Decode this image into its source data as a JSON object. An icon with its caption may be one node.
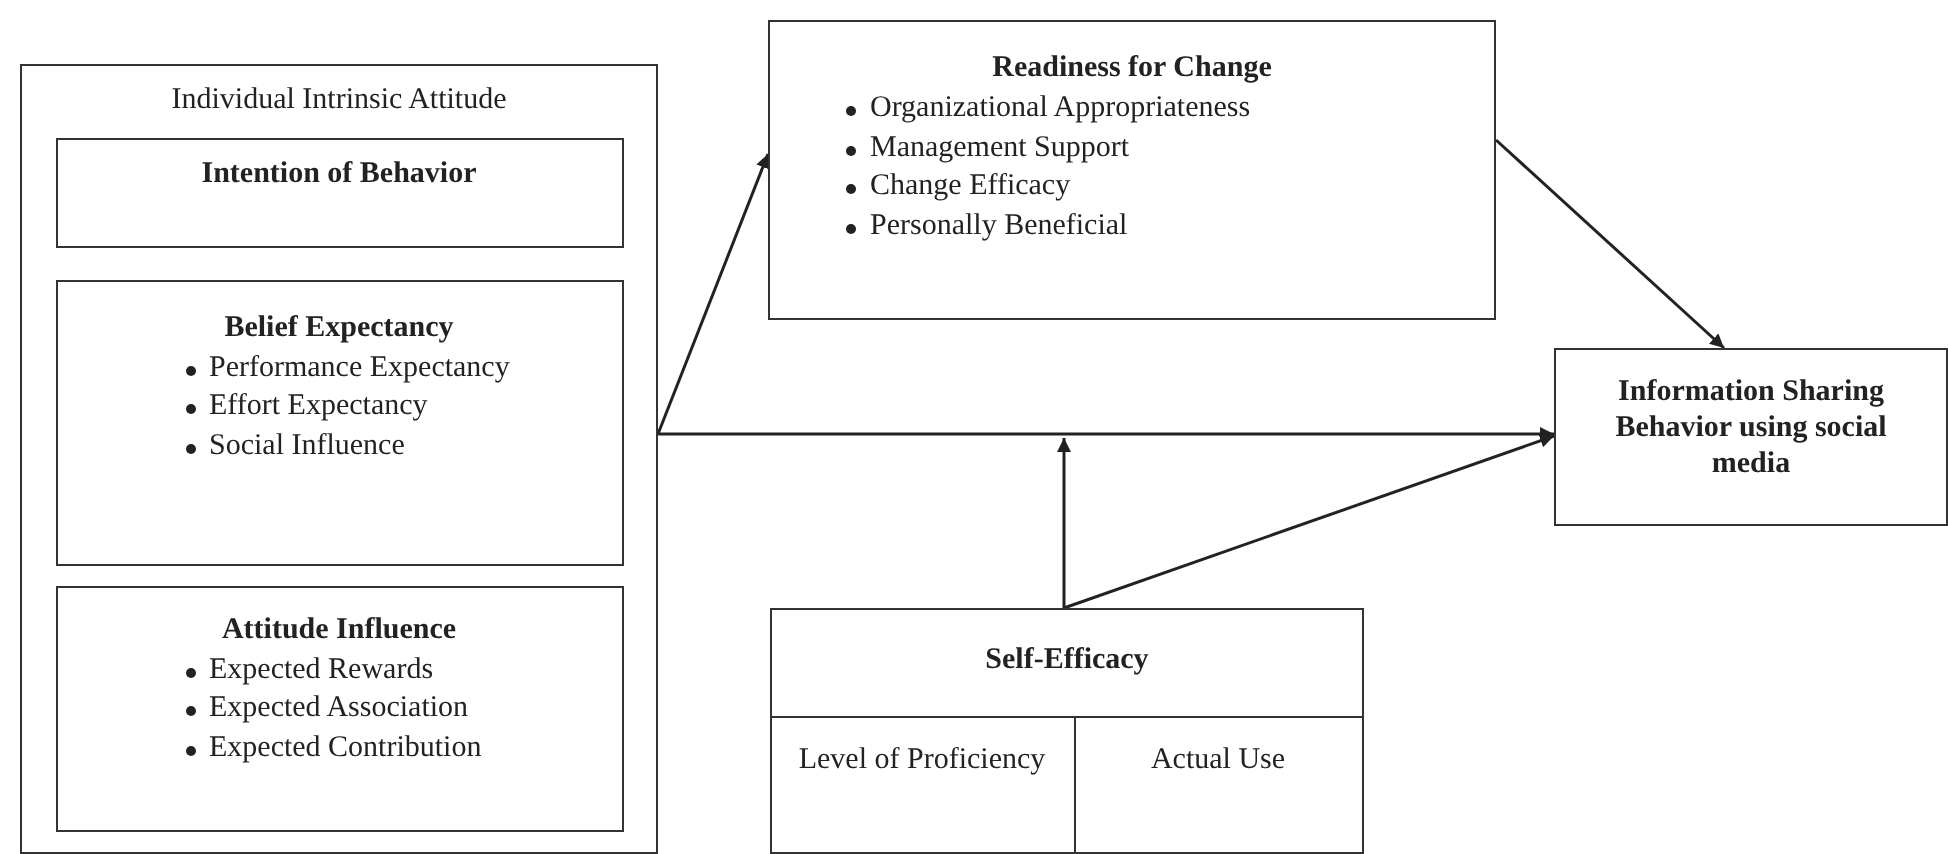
{
  "diagram": {
    "nodes": [
      {
        "text": [
          "Individual Intrinsic Attitude"
        ]
      },
      {
        "text": [
          "Intention of Behavior"
        ],
        "in": 0
      },
      {
        "text": [
          "Belief Expectancy",
          "Performance Expectancy",
          "Effort Expectancy",
          "Social Influence"
        ],
        "in": 0
      },
      {
        "text": [
          "Attitude Influence",
          "Expected Rewards",
          "Expected Association",
          "Expected Contribution"
        ],
        "in": 0
      },
      {
        "text": [
          "Readiness for Change",
          "Organizational Appropriateness",
          "Management Support",
          "Change Efficacy",
          "Personally Beneficial"
        ]
      },
      {
        "text": [
          "Information Sharing Behavior using social media"
        ]
      },
      {
        "text": [
          "Self-Efficacy"
        ]
      },
      {
        "text": [
          "Level of Proficiency"
        ],
        "in": 6
      },
      {
        "text": [
          "Actual Use"
        ],
        "in": 6
      }
    ],
    "edges": [
      {
        "from": 0,
        "to": 4,
        "arrow": "to"
      },
      {
        "from": 0,
        "to": 5,
        "arrow": "to"
      },
      {
        "from": 6,
        "to": null,
        "arrow": "to"
      },
      {
        "from": 6,
        "to": 5,
        "arrow": "to"
      },
      {
        "from": 4,
        "to": 5,
        "arrow": "to"
      }
    ]
  }
}
